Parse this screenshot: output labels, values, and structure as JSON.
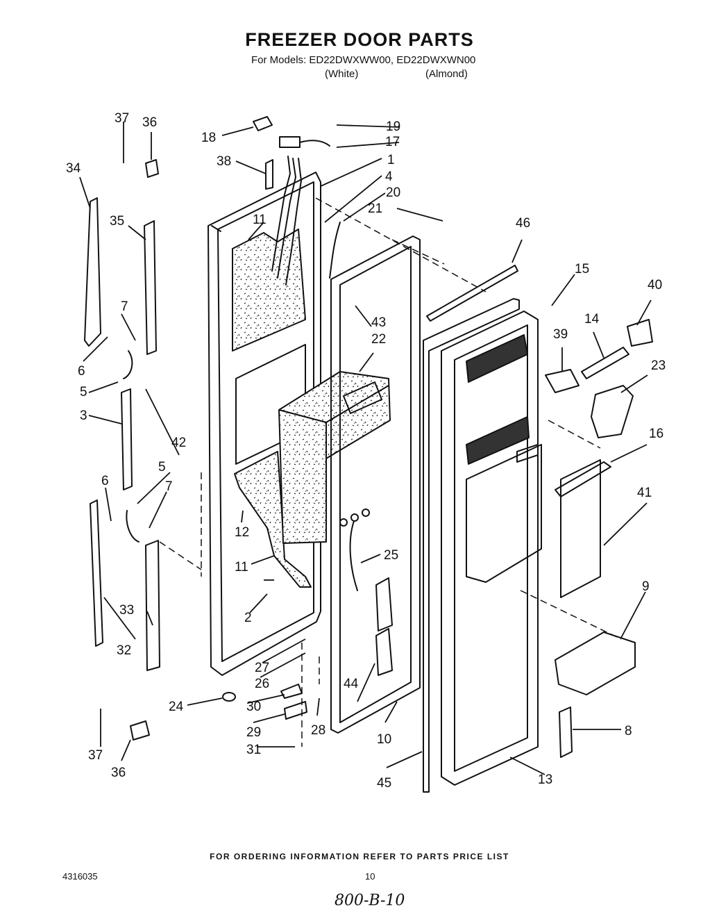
{
  "header": {
    "title": "FREEZER DOOR PARTS",
    "models_line": "For Models: ED22DWXWW00, ED22DWXWN00",
    "variant_white": "(White)",
    "variant_almond": "(Almond)"
  },
  "footer": {
    "ordering_note": "FOR ORDERING INFORMATION REFER TO PARTS PRICE LIST",
    "document_number": "4316035",
    "page_number": "10",
    "handwritten_note": "800-B-10"
  },
  "callouts": [
    "1",
    "2",
    "3",
    "4",
    "5",
    "5",
    "6",
    "6",
    "7",
    "7",
    "8",
    "9",
    "10",
    "11",
    "11",
    "12",
    "13",
    "14",
    "15",
    "16",
    "17",
    "18",
    "19",
    "20",
    "21",
    "22",
    "23",
    "24",
    "25",
    "26",
    "27",
    "28",
    "29",
    "30",
    "31",
    "32",
    "33",
    "34",
    "35",
    "36",
    "36",
    "37",
    "37",
    "38",
    "39",
    "40",
    "41",
    "42",
    "43",
    "44",
    "45",
    "46"
  ]
}
